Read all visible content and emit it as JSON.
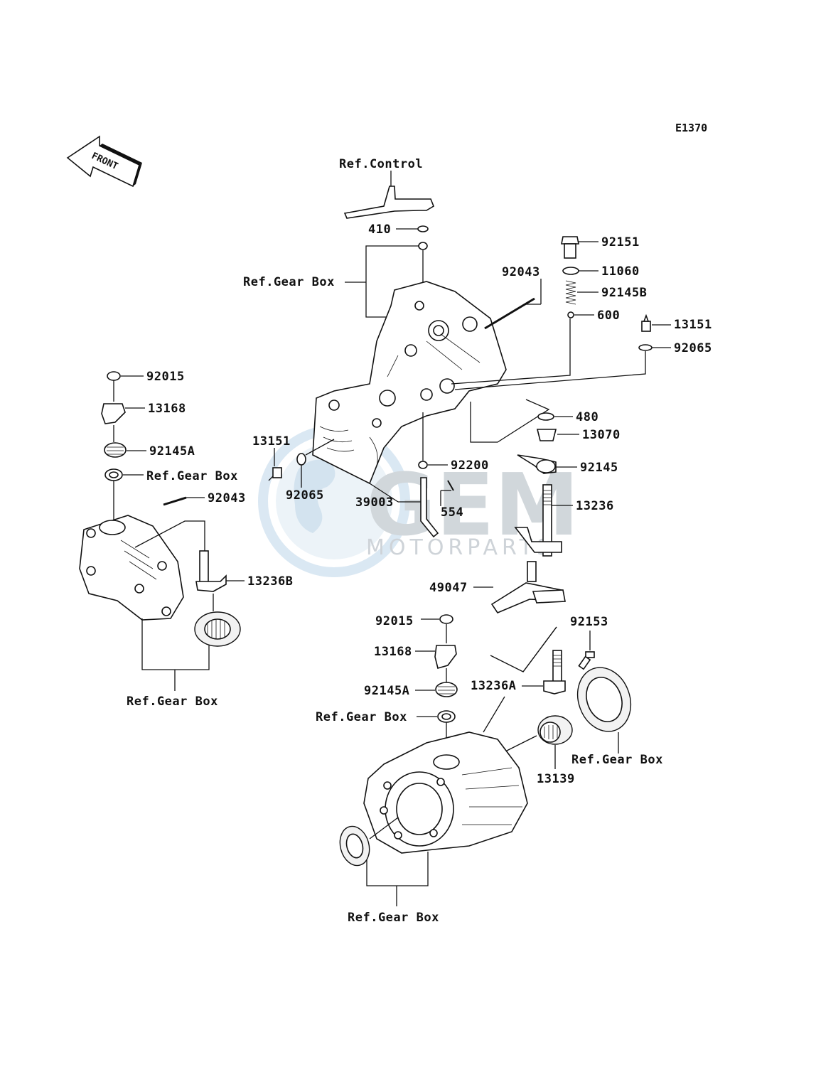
{
  "diagram_code": "E1370",
  "front_arrow_text": "FRONT",
  "watermark": {
    "logo_text": "GEM",
    "sub_text": "MOTORPARTS"
  },
  "labels": {
    "ref_control": "Ref.Control",
    "ref_gear_box_top": "Ref.Gear Box",
    "p410": "410",
    "p92043_top": "92043",
    "p92151": "92151",
    "p11060": "11060",
    "p92145B": "92145B",
    "p600": "600",
    "p13151_right": "13151",
    "p92065_right": "92065",
    "p480": "480",
    "p13070": "13070",
    "p92145": "92145",
    "p13236": "13236",
    "p92200": "92200",
    "p554": "554",
    "p39003": "39003",
    "p13151_left": "13151",
    "p92065_left": "92065",
    "p92015_left": "92015",
    "p13168_left": "13168",
    "p92145A_left": "92145A",
    "ref_gear_box_left": "Ref.Gear Box",
    "p92043_left": "92043",
    "p13236B": "13236B",
    "ref_gear_box_left_bottom": "Ref.Gear Box",
    "p49047": "49047",
    "p92015_mid": "92015",
    "p13168_mid": "13168",
    "p92145A_mid": "92145A",
    "ref_gear_box_mid": "Ref.Gear Box",
    "p92153": "92153",
    "p13236A": "13236A",
    "ref_gear_box_right": "Ref.Gear Box",
    "p13139": "13139",
    "ref_gear_box_bottom": "Ref.Gear Box"
  }
}
